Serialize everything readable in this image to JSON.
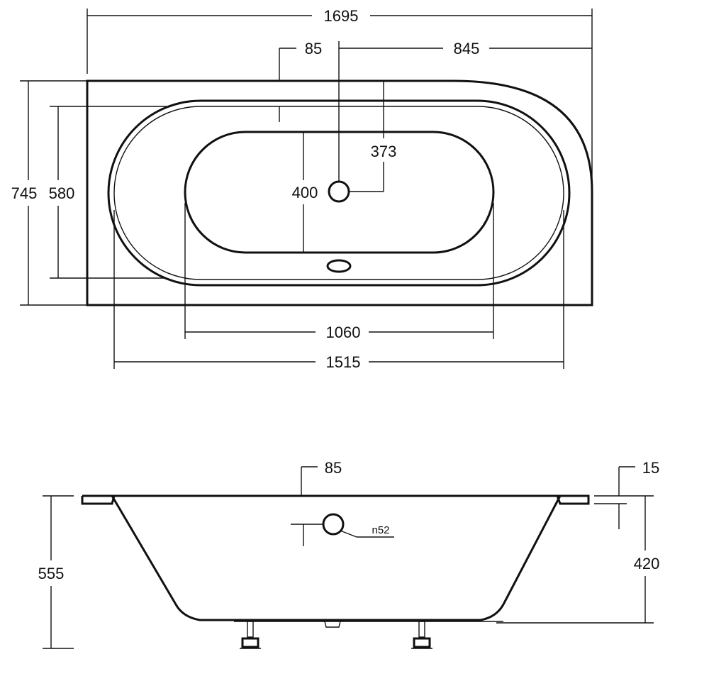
{
  "top_view": {
    "dims": {
      "overall_length": "1695",
      "waste_offset": "85",
      "waste_center_from_right": "845",
      "overall_width": "745",
      "inner_width": "580",
      "basin_width": "400",
      "waste_from_top": "373",
      "basin_length": "1060",
      "inner_length": "1515"
    }
  },
  "side_view": {
    "dims": {
      "rim_offset": "85",
      "rim_thickness": "15",
      "overall_height": "555",
      "inner_depth": "420",
      "overflow_diameter": "n52"
    }
  }
}
